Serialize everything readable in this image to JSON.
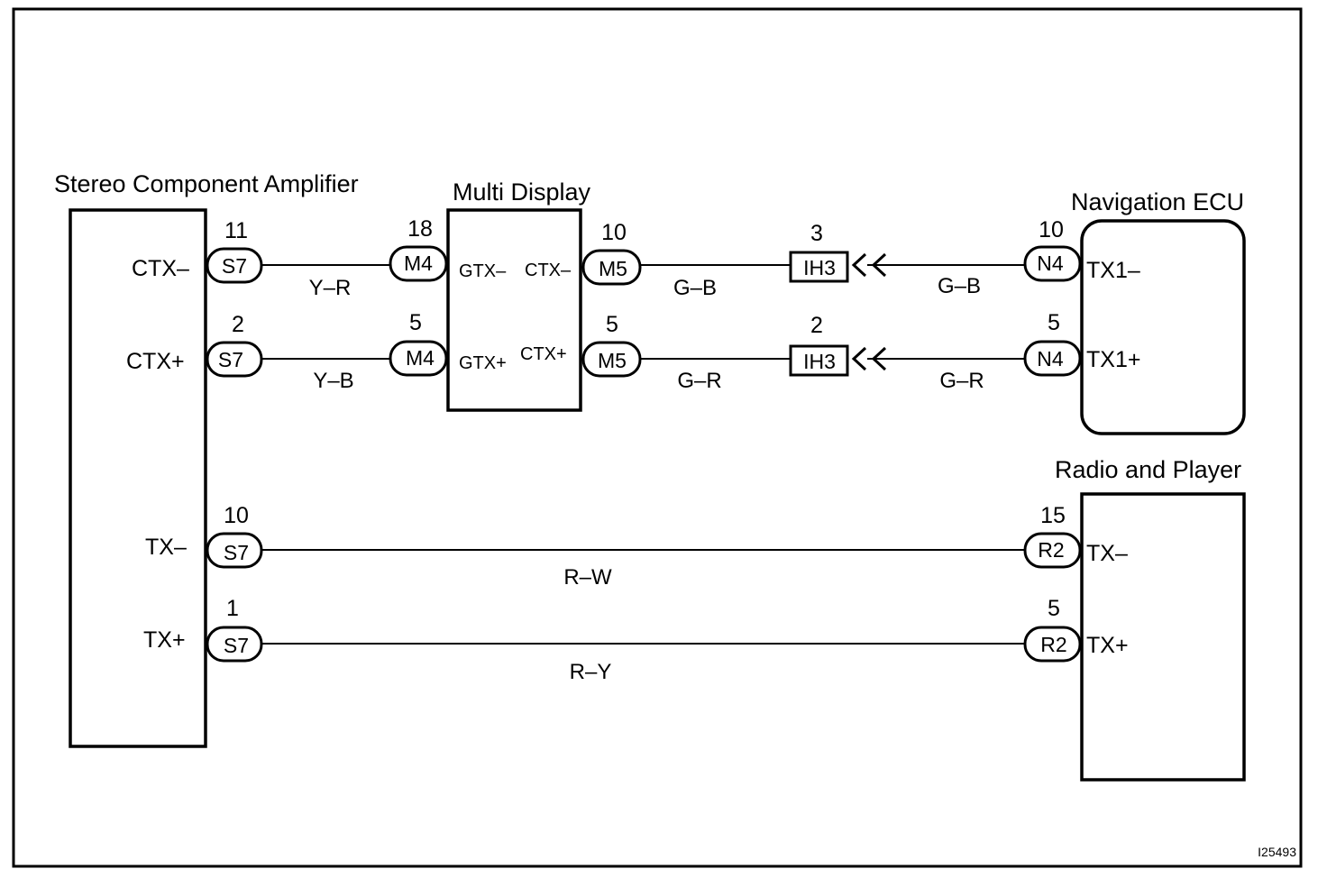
{
  "components": {
    "amplifier": "Stereo Component Amplifier",
    "multi_display": "Multi Display",
    "nav_ecu": "Navigation ECU",
    "radio": "Radio and Player"
  },
  "amp_terminals": [
    "CTX–",
    "CTX+",
    "TX–",
    "TX+"
  ],
  "md_terminals": {
    "gtx_minus": "GTX–",
    "ctx_minus": "CTX–",
    "gtx_plus": "GTX+",
    "ctx_plus": "CTX+"
  },
  "nav_terminals": [
    "TX1–",
    "TX1+"
  ],
  "radio_terminals": [
    "TX–",
    "TX+"
  ],
  "connectors": {
    "s7": "S7",
    "m4": "M4",
    "m5": "M5",
    "ih3": "IH3",
    "n4": "N4",
    "r2": "R2"
  },
  "pins": {
    "s7_a": "11",
    "s7_b": "2",
    "s7_c": "10",
    "s7_d": "1",
    "m4_a": "18",
    "m4_b": "5",
    "m5_a": "10",
    "m5_b": "5",
    "ih3_a": "3",
    "ih3_b": "2",
    "n4_a": "10",
    "n4_b": "5",
    "r2_a": "15",
    "r2_b": "5"
  },
  "wires": {
    "ctx_minus_amp": "Y–R",
    "ctx_plus_amp": "Y–B",
    "ctx_minus_md": "G–B",
    "ctx_minus_nav": "G–B",
    "ctx_plus_md": "G–R",
    "ctx_plus_nav": "G–R",
    "tx_minus": "R–W",
    "tx_plus": "R–Y"
  },
  "figure_id": "I25493"
}
